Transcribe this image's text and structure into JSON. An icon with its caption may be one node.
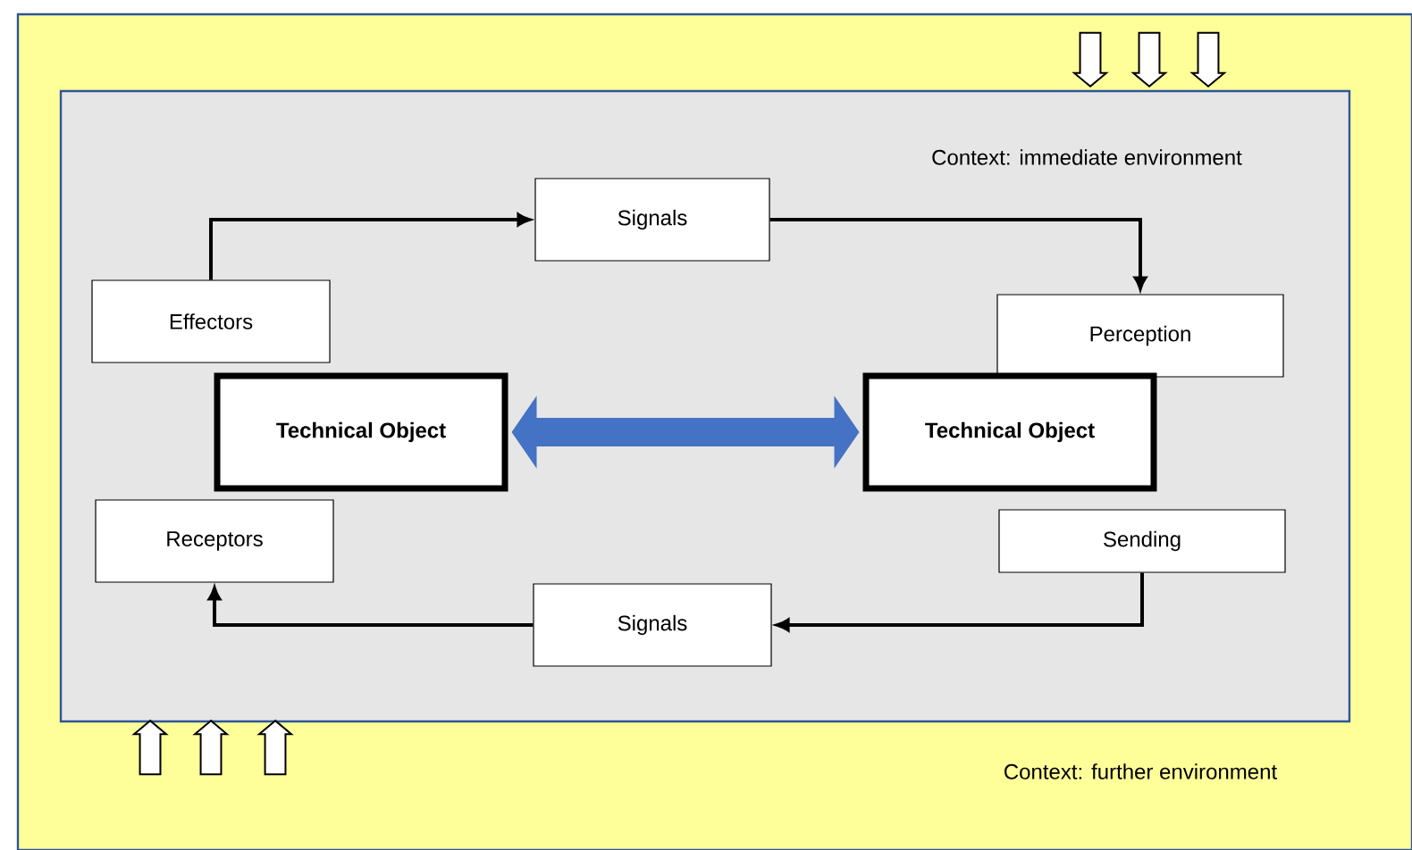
{
  "diagram": {
    "nodes": [
      {
        "text": [
          "Context: further environment"
        ]
      },
      {
        "text": [
          "Context: immediate environment"
        ],
        "in": 0
      },
      {
        "text": [
          "Signals"
        ],
        "in": 1
      },
      {
        "text": [
          "Effectors"
        ],
        "in": 1
      },
      {
        "text": [
          "Perception"
        ],
        "in": 1
      },
      {
        "text": [
          "Technical Object"
        ],
        "in": 1
      },
      {
        "text": [
          "Technical Object"
        ],
        "in": 1
      },
      {
        "text": [
          "Receptors"
        ],
        "in": 1
      },
      {
        "text": [
          "Sending"
        ],
        "in": 1
      },
      {
        "text": [
          "Signals"
        ],
        "in": 1
      }
    ],
    "edges": [
      {
        "from": 3,
        "to": 2,
        "arrow": "to"
      },
      {
        "from": 2,
        "to": 4,
        "arrow": "to"
      },
      {
        "from": 5,
        "to": 6,
        "arrow": "both",
        "style": "thick",
        "color": "#4472c4"
      },
      {
        "from": 8,
        "to": 9,
        "arrow": "to"
      },
      {
        "from": 9,
        "to": 7,
        "arrow": "to"
      }
    ]
  }
}
